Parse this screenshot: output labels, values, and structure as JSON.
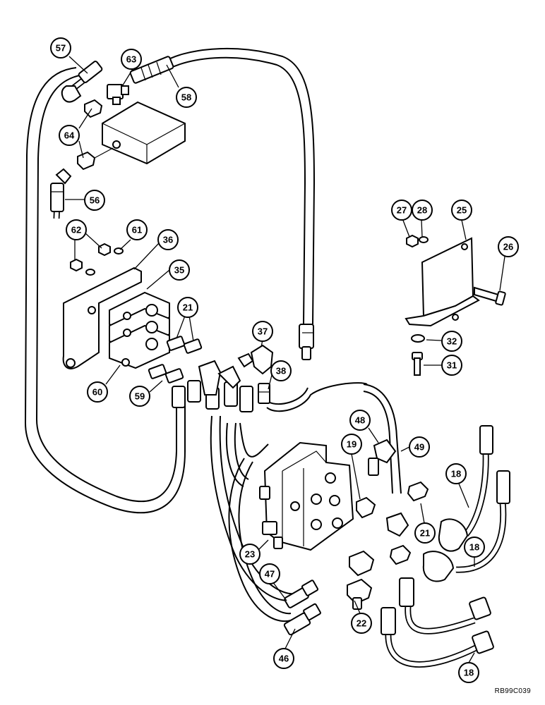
{
  "callouts": [
    {
      "id": "c57",
      "label": "57"
    },
    {
      "id": "c63",
      "label": "63"
    },
    {
      "id": "c58",
      "label": "58"
    },
    {
      "id": "c64",
      "label": "64"
    },
    {
      "id": "c56",
      "label": "56"
    },
    {
      "id": "c62",
      "label": "62"
    },
    {
      "id": "c61",
      "label": "61"
    },
    {
      "id": "c36",
      "label": "36"
    },
    {
      "id": "c35",
      "label": "35"
    },
    {
      "id": "c21a",
      "label": "21"
    },
    {
      "id": "c37",
      "label": "37"
    },
    {
      "id": "c38",
      "label": "38"
    },
    {
      "id": "c60",
      "label": "60"
    },
    {
      "id": "c59",
      "label": "59"
    },
    {
      "id": "c27",
      "label": "27"
    },
    {
      "id": "c28",
      "label": "28"
    },
    {
      "id": "c25",
      "label": "25"
    },
    {
      "id": "c26",
      "label": "26"
    },
    {
      "id": "c32",
      "label": "32"
    },
    {
      "id": "c31",
      "label": "31"
    },
    {
      "id": "c48",
      "label": "48"
    },
    {
      "id": "c19",
      "label": "19"
    },
    {
      "id": "c49",
      "label": "49"
    },
    {
      "id": "c18a",
      "label": "18"
    },
    {
      "id": "c21b",
      "label": "21"
    },
    {
      "id": "c23",
      "label": "23"
    },
    {
      "id": "c47",
      "label": "47"
    },
    {
      "id": "c18b",
      "label": "18"
    },
    {
      "id": "c22",
      "label": "22"
    },
    {
      "id": "c46",
      "label": "46"
    },
    {
      "id": "c18c",
      "label": "18"
    }
  ],
  "drawing_code": "RB99C039"
}
